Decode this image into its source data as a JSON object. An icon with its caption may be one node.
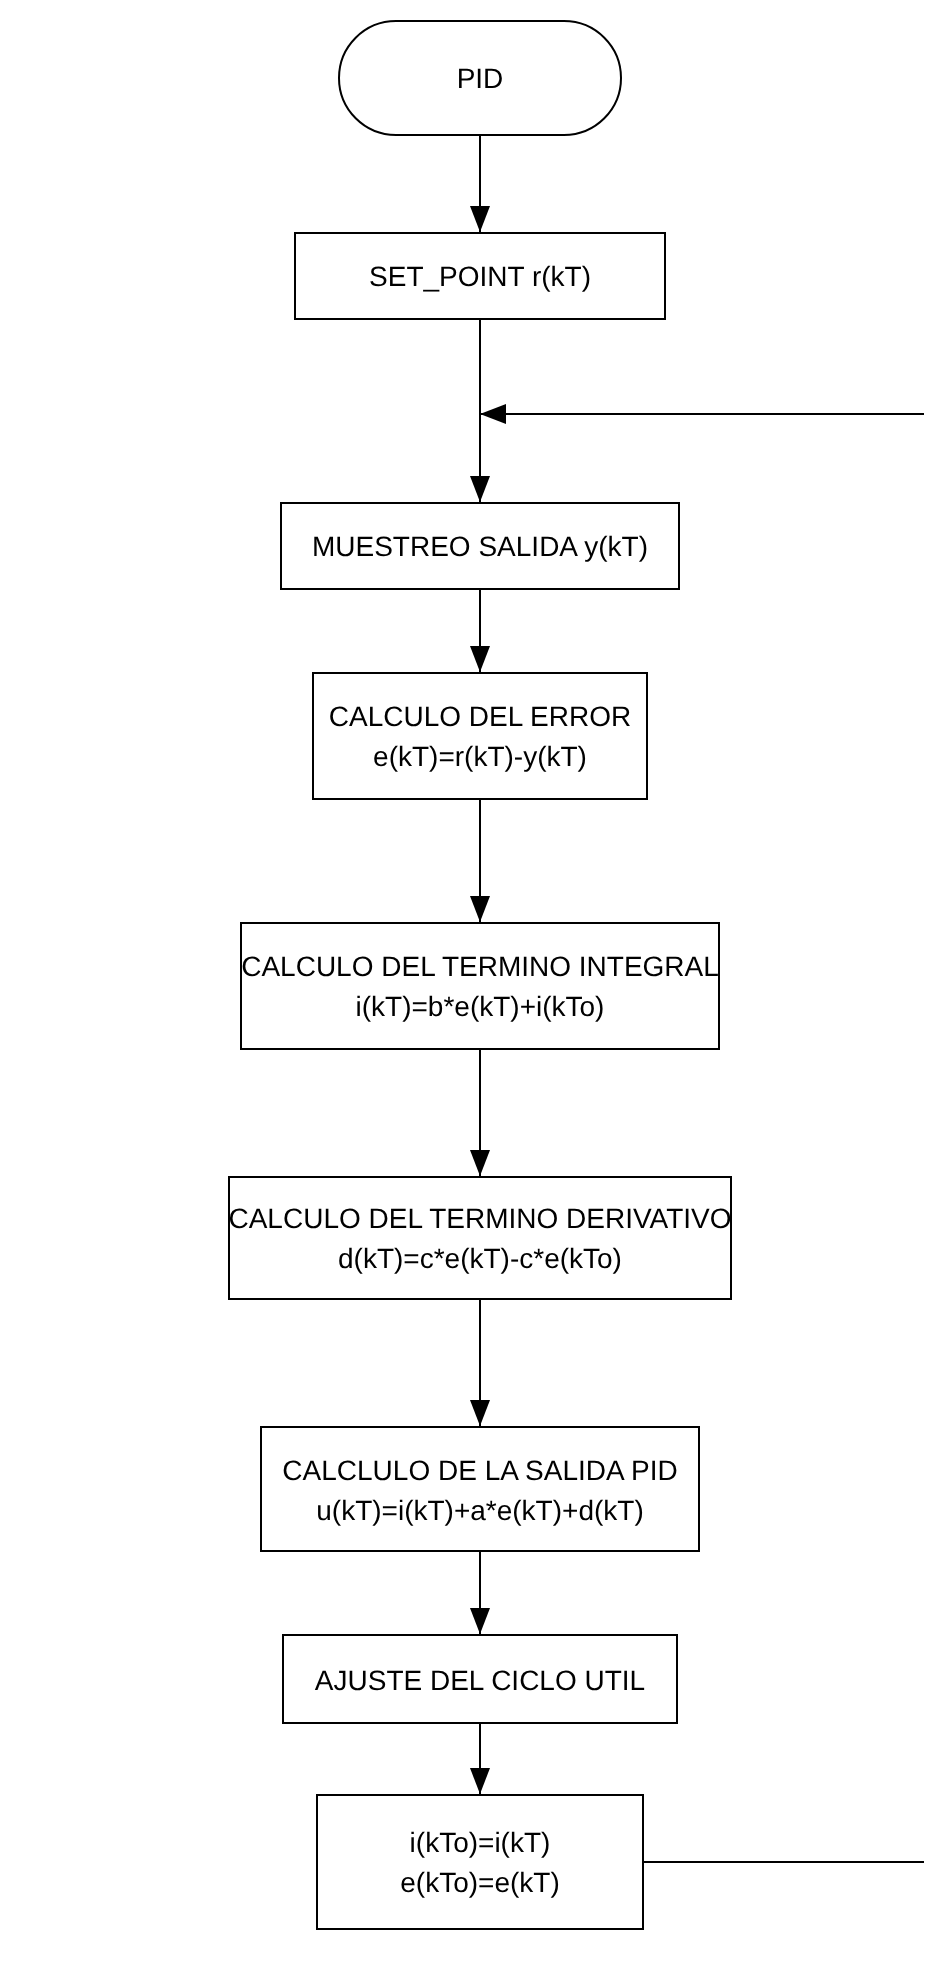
{
  "diagram": {
    "nodes": [
      {
        "text": [
          "PID"
        ]
      },
      {
        "text": [
          "SET_POINT r(kT)"
        ]
      },
      {
        "text": [
          "MUESTREO SALIDA y(kT)"
        ]
      },
      {
        "text": [
          "CALCULO DEL ERROR",
          "e(kT)=r(kT)-y(kT)"
        ]
      },
      {
        "text": [
          "CALCULO DEL TERMINO INTEGRAL",
          "i(kT)=b*e(kT)+i(kTo)"
        ]
      },
      {
        "text": [
          "CALCULO DEL TERMINO DERIVATIVO",
          "d(kT)=c*e(kT)-c*e(kTo)"
        ]
      },
      {
        "text": [
          "CALCLULO DE LA SALIDA PID",
          "u(kT)=i(kT)+a*e(kT)+d(kT)"
        ]
      },
      {
        "text": [
          "AJUSTE DEL CICLO UTIL"
        ]
      },
      {
        "text": [
          "i(kTo)=i(kT)",
          "e(kTo)=e(kT)"
        ]
      }
    ],
    "edges": [
      {
        "from": 0,
        "to": 1,
        "arrow": "to"
      },
      {
        "from": 1,
        "to": 2,
        "arrow": "to"
      },
      {
        "from": 2,
        "to": 3,
        "arrow": "to"
      },
      {
        "from": 3,
        "to": 4,
        "arrow": "to"
      },
      {
        "from": 4,
        "to": 5,
        "arrow": "to"
      },
      {
        "from": 5,
        "to": 6,
        "arrow": "to"
      },
      {
        "from": 6,
        "to": 7,
        "arrow": "to"
      },
      {
        "from": 7,
        "to": 8,
        "arrow": "to"
      },
      {
        "from": 8,
        "to": null,
        "arrow": "none"
      },
      {
        "from": null,
        "to": 2,
        "arrow": "to"
      }
    ]
  }
}
